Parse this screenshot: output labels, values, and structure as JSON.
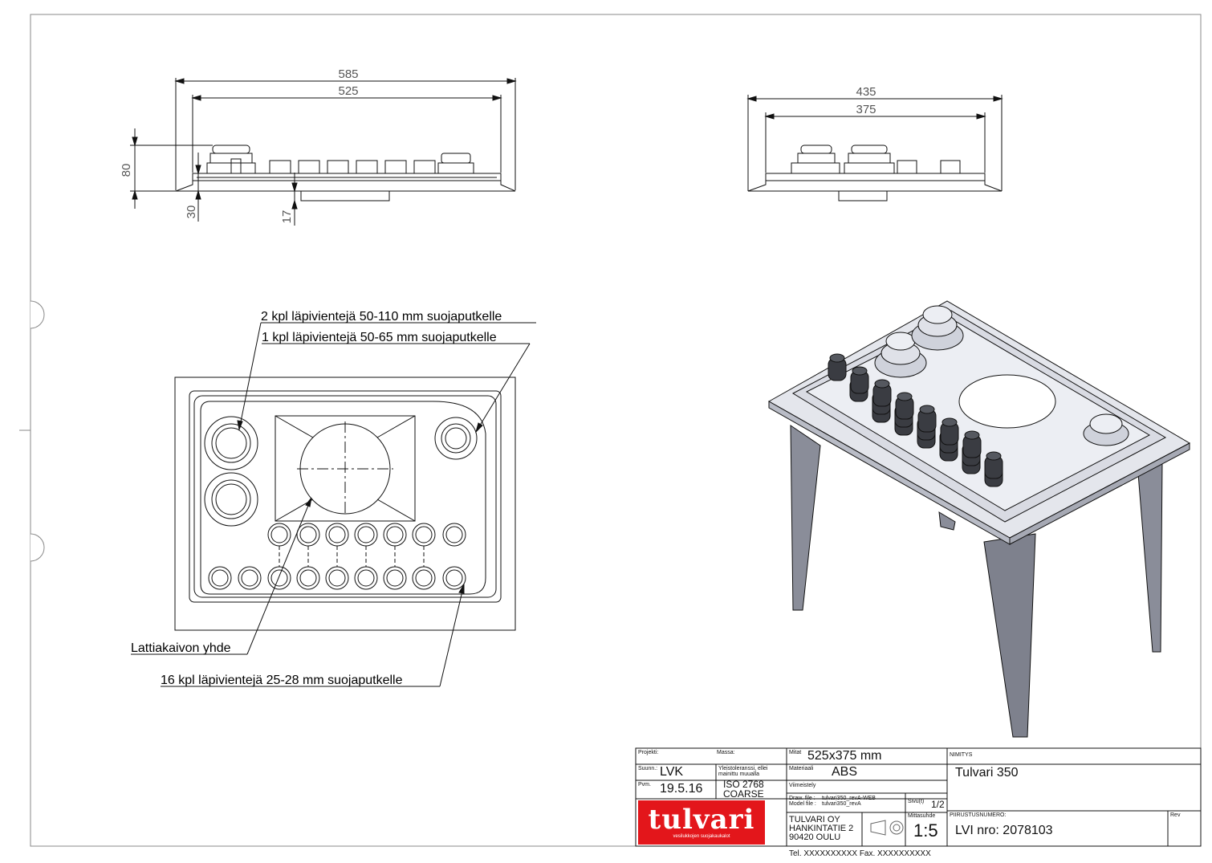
{
  "views": {
    "front": {
      "dim_overall_width": "585",
      "dim_inner_width": "525",
      "dim_height": "80",
      "dim_flange": "30",
      "dim_drain": "17"
    },
    "side": {
      "dim_overall_width": "435",
      "dim_inner_width": "375"
    },
    "top": {
      "callout_large": "2 kpl läpivientejä 50-110 mm suojaputkelle",
      "callout_medium": "1 kpl läpivientejä 50-65 mm suojaputkelle",
      "callout_drain": "Lattiakaivon yhde",
      "callout_small": "16 kpl läpivientejä 25-28 mm suojaputkelle"
    }
  },
  "title_block": {
    "projekti_label": "Projekti:",
    "massa_label": "Massa:",
    "mitat_label": "Mitat",
    "mitat_value": "525x375 mm",
    "nimitys_label": "NIMITYS",
    "nimitys_value": "Tulvari 350",
    "suunn_label": "Suunn.:",
    "suunn_value": "LVK",
    "tolerance_label": "Yleistoleranssi, ellei mainittu muualla",
    "materiaali_label": "Materiaali",
    "materiaali_value": "ABS",
    "pvm_label": "Pvm.",
    "pvm_value": "19.5.16",
    "tolerance_value_1": "ISO 2768",
    "tolerance_value_2": "COARSE",
    "viimeistely_label": "Viimeistely",
    "draw_file_label": "Draw. file :",
    "draw_file_value": "tulvari350_revA-WEB",
    "model_file_label": "Model file :",
    "model_file_value": "tulvari350_revA",
    "sivu_label": "Sivu(t)",
    "sivu_value": "1/2",
    "company_line1": "TULVARI OY",
    "company_line2": "HANKINTATIE 2",
    "company_line3": "90420 OULU",
    "mittasuhde_label": "Mittasuhde",
    "mittasuhde_value": "1:5",
    "piirustusnumero_label": "PIIRUSTUSNUMERO:",
    "piirustusnumero_value": "LVI nro: 2078103",
    "rev_label": "Rev",
    "contact": "Tel. XXXXXXXXXX  Fax. XXXXXXXXXX",
    "logo_text": "tulvari",
    "logo_tagline": "vesilukkojen suojakaukalot"
  },
  "colors": {
    "line": "#111111",
    "leg_fill": "#8a8d99",
    "body_fill": "#d9dbe3",
    "brand_red": "#e3161b"
  }
}
